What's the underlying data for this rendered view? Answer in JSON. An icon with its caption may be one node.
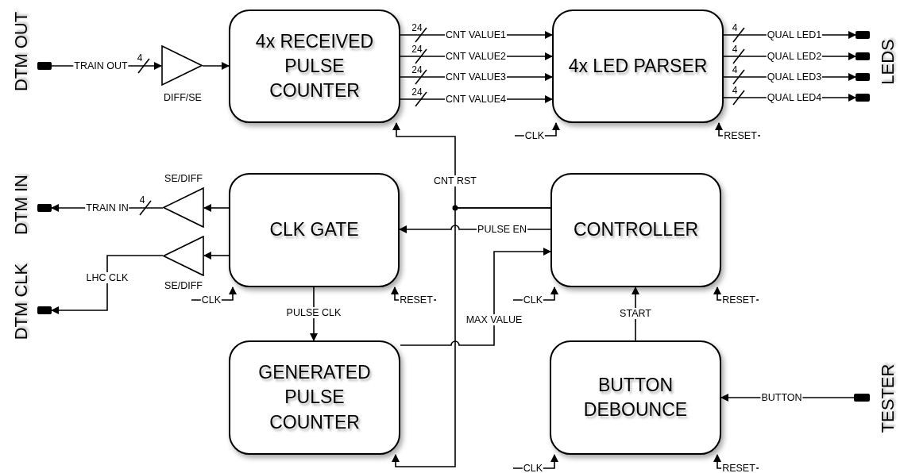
{
  "diagram": {
    "nodes": [
      {
        "text": [
          "4x RECEIVED PULSE COUNTER"
        ]
      },
      {
        "text": [
          "4x LED PARSER"
        ]
      },
      {
        "text": [
          "CLK GATE"
        ]
      },
      {
        "text": [
          "CONTROLLER"
        ]
      },
      {
        "text": [
          "GENERATED PULSE COUNTER"
        ]
      },
      {
        "text": [
          "BUTTON DEBOUNCE"
        ]
      },
      {
        "text": [],
        "shape": "triangle",
        "beside": [
          "DIFF/SE"
        ]
      },
      {
        "text": [],
        "shape": "triangle",
        "beside": [
          "SE/DIFF"
        ]
      },
      {
        "text": [],
        "shape": "triangle",
        "beside": [
          "SE/DIFF"
        ]
      },
      {
        "text": [],
        "shape": "bar",
        "beside": [
          "DTM OUT"
        ]
      },
      {
        "text": [],
        "shape": "bar"
      },
      {
        "text": [],
        "shape": "bar"
      },
      {
        "text": [],
        "shape": "bar"
      },
      {
        "text": [],
        "shape": "bar"
      },
      {
        "text": [],
        "shape": "bar",
        "beside": [
          "DTM IN"
        ]
      },
      {
        "text": [],
        "shape": "bar",
        "beside": [
          "DTM CLK"
        ]
      },
      {
        "text": [],
        "shape": "bar",
        "beside": [
          "TESTER"
        ]
      }
    ],
    "edges": [
      {
        "from": 9,
        "to": 6,
        "arrow": "to",
        "label": "TRAIN OUT"
      },
      {
        "from": 6,
        "to": 0,
        "arrow": "to"
      },
      {
        "from": 0,
        "to": 1,
        "arrow": "to",
        "label": "CNT VALUE1"
      },
      {
        "from": 0,
        "to": 1,
        "arrow": "to",
        "label": "CNT VALUE2"
      },
      {
        "from": 0,
        "to": 1,
        "arrow": "to",
        "label": "CNT VALUE3"
      },
      {
        "from": 0,
        "to": 1,
        "arrow": "to",
        "label": "CNT VALUE4"
      },
      {
        "from": 1,
        "to": 10,
        "arrow": "to",
        "label": "QUAL LED1"
      },
      {
        "from": 1,
        "to": 11,
        "arrow": "to",
        "label": "QUAL LED2"
      },
      {
        "from": 1,
        "to": 12,
        "arrow": "to",
        "label": "QUAL LED3"
      },
      {
        "from": 1,
        "to": 13,
        "arrow": "to",
        "label": "QUAL LED4"
      },
      {
        "from": 2,
        "to": 7,
        "arrow": "to"
      },
      {
        "from": 7,
        "to": 14,
        "arrow": "to",
        "label": "TRAIN IN"
      },
      {
        "from": 2,
        "to": 8,
        "arrow": "to"
      },
      {
        "from": 8,
        "to": 15,
        "arrow": "to",
        "label": "LHC CLK"
      },
      {
        "from": 2,
        "to": 4,
        "arrow": "to",
        "label": "PULSE CLK"
      },
      {
        "from": 3,
        "to": 2,
        "arrow": "to",
        "label": "PULSE EN"
      },
      {
        "from": 3,
        "to": 0,
        "arrow": "to",
        "label": "CNT RST"
      },
      {
        "from": 3,
        "to": 4,
        "arrow": "to"
      },
      {
        "from": 4,
        "to": 3,
        "arrow": "to",
        "label": "MAX VALUE"
      },
      {
        "from": 5,
        "to": 3,
        "arrow": "to",
        "label": "START"
      },
      {
        "from": 16,
        "to": 5,
        "arrow": "to",
        "label": "BUTTON"
      },
      {
        "from": null,
        "to": 1,
        "arrow": "to",
        "label": "CLK"
      },
      {
        "from": null,
        "to": 1,
        "arrow": "to",
        "label": "RESET"
      },
      {
        "from": null,
        "to": 2,
        "arrow": "to",
        "label": "CLK"
      },
      {
        "from": null,
        "to": 2,
        "arrow": "to",
        "label": "RESET"
      },
      {
        "from": null,
        "to": 3,
        "arrow": "to",
        "label": "CLK"
      },
      {
        "from": null,
        "to": 3,
        "arrow": "to",
        "label": "RESET"
      },
      {
        "from": null,
        "to": 5,
        "arrow": "to",
        "label": "CLK"
      },
      {
        "from": null,
        "to": 5,
        "arrow": "to",
        "label": "RESET"
      }
    ],
    "labels": [
      "4",
      "24",
      "24",
      "24",
      "24",
      "4",
      "4",
      "4",
      "4",
      "LEDS",
      "4"
    ]
  }
}
